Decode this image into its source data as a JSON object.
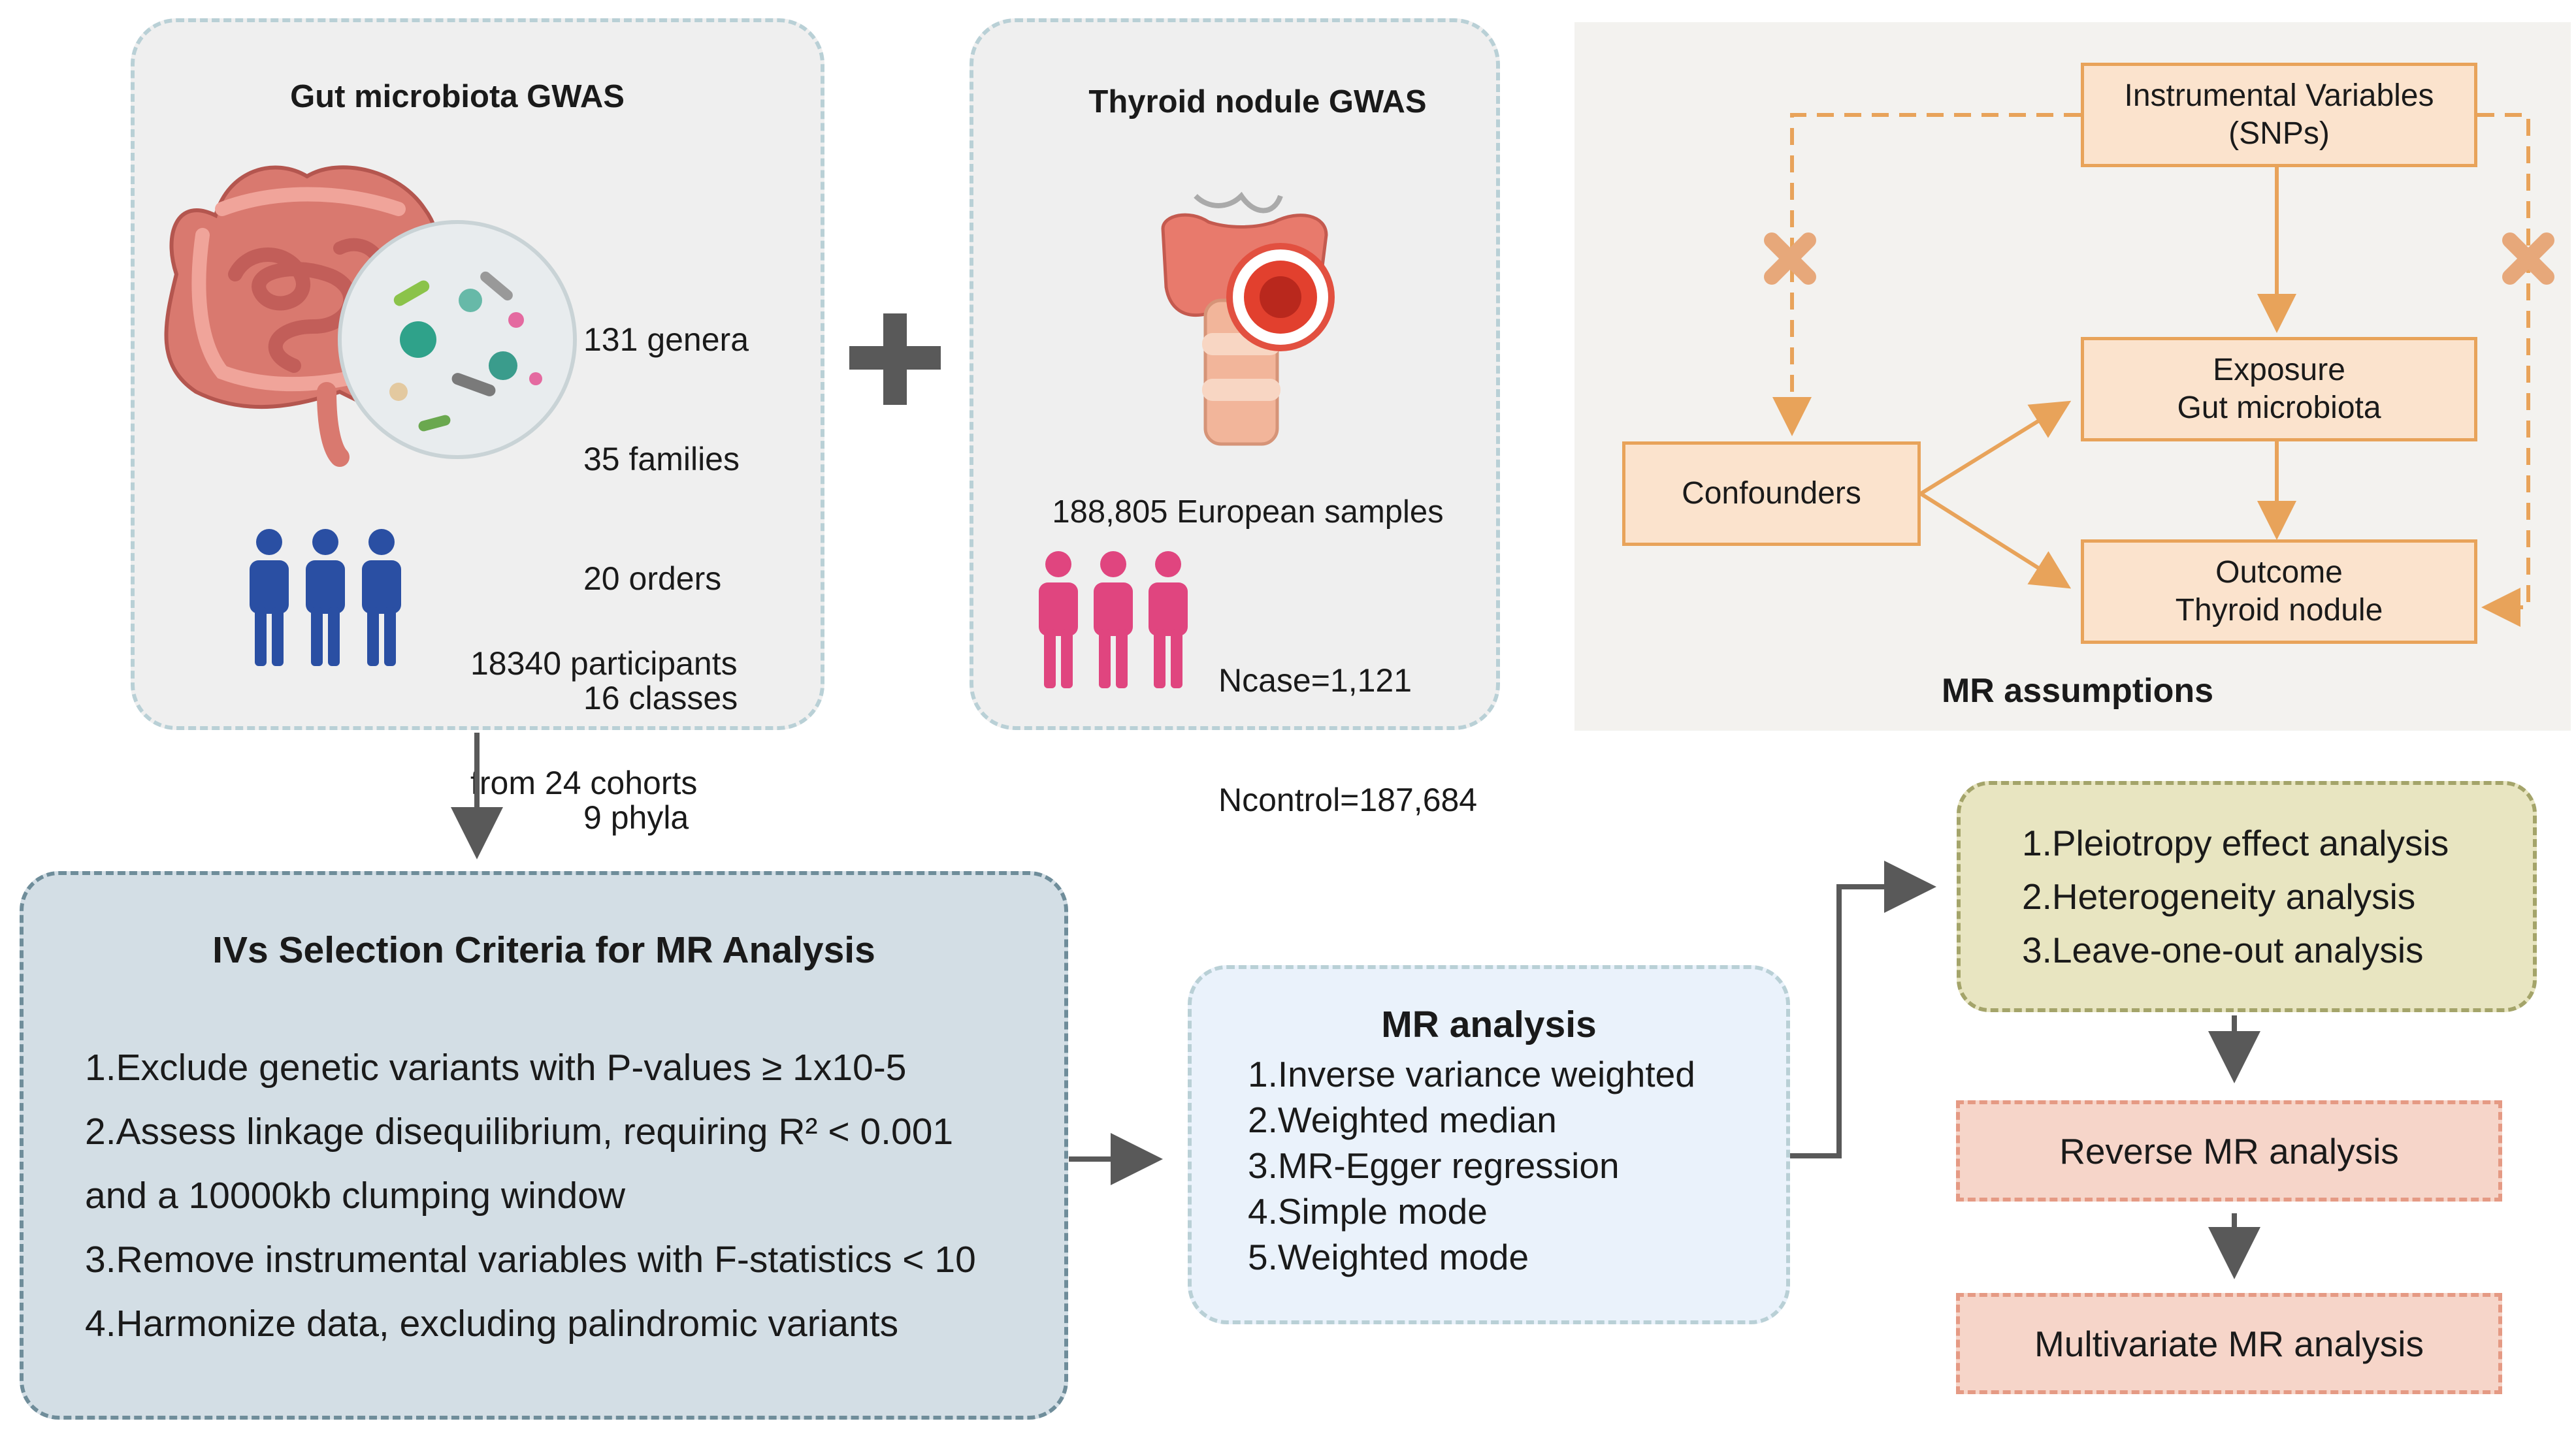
{
  "gut_panel": {
    "title": "Gut microbiota GWAS",
    "taxa": [
      "131 genera",
      "35 families",
      "20 orders",
      "16 classes",
      "9 phyla"
    ],
    "participants_line1": "18340 participants",
    "participants_line2": "from 24 cohorts"
  },
  "plus_symbol": "+",
  "thyroid_panel": {
    "title": "Thyroid nodule GWAS",
    "samples": "188,805 European samples",
    "ncase": "Ncase=1,121",
    "ncontrol": "Ncontrol=187,684"
  },
  "mr_assumptions": {
    "instrumental_line1": "Instrumental Variables",
    "instrumental_line2": "(SNPs)",
    "exposure_line1": "Exposure",
    "exposure_line2": "Gut microbiota",
    "outcome_line1": "Outcome",
    "outcome_line2": "Thyroid nodule",
    "confounders": "Confounders",
    "caption": "MR assumptions"
  },
  "ivs_criteria": {
    "title": "IVs Selection Criteria for MR Analysis",
    "items": [
      "1.Exclude genetic variants with P-values ≥ 1x10-5",
      "2.Assess linkage disequilibrium, requiring R² < 0.001",
      "and a 10000kb clumping window",
      "3.Remove instrumental variables with F-statistics < 10",
      "4.Harmonize data, excluding palindromic variants"
    ]
  },
  "mr_analysis": {
    "title": "MR analysis",
    "methods": [
      "1.Inverse variance weighted",
      "2.Weighted median",
      "3.MR-Egger regression",
      "4.Simple mode",
      "5.Weighted mode"
    ]
  },
  "sensitivity": {
    "items": [
      "1.Pleiotropy effect analysis",
      "2.Heterogeneity analysis",
      "3.Leave-one-out analysis"
    ]
  },
  "reverse_mr": "Reverse MR analysis",
  "multivariate_mr": "Multivariate MR analysis",
  "colors": {
    "orange_line": "#e8a35a",
    "orange_fill": "#fbe3cd",
    "cross": "#e7a87a",
    "people_blue": "#2a4fa3",
    "people_pink": "#e0457f",
    "arrow_gray": "#595959"
  }
}
